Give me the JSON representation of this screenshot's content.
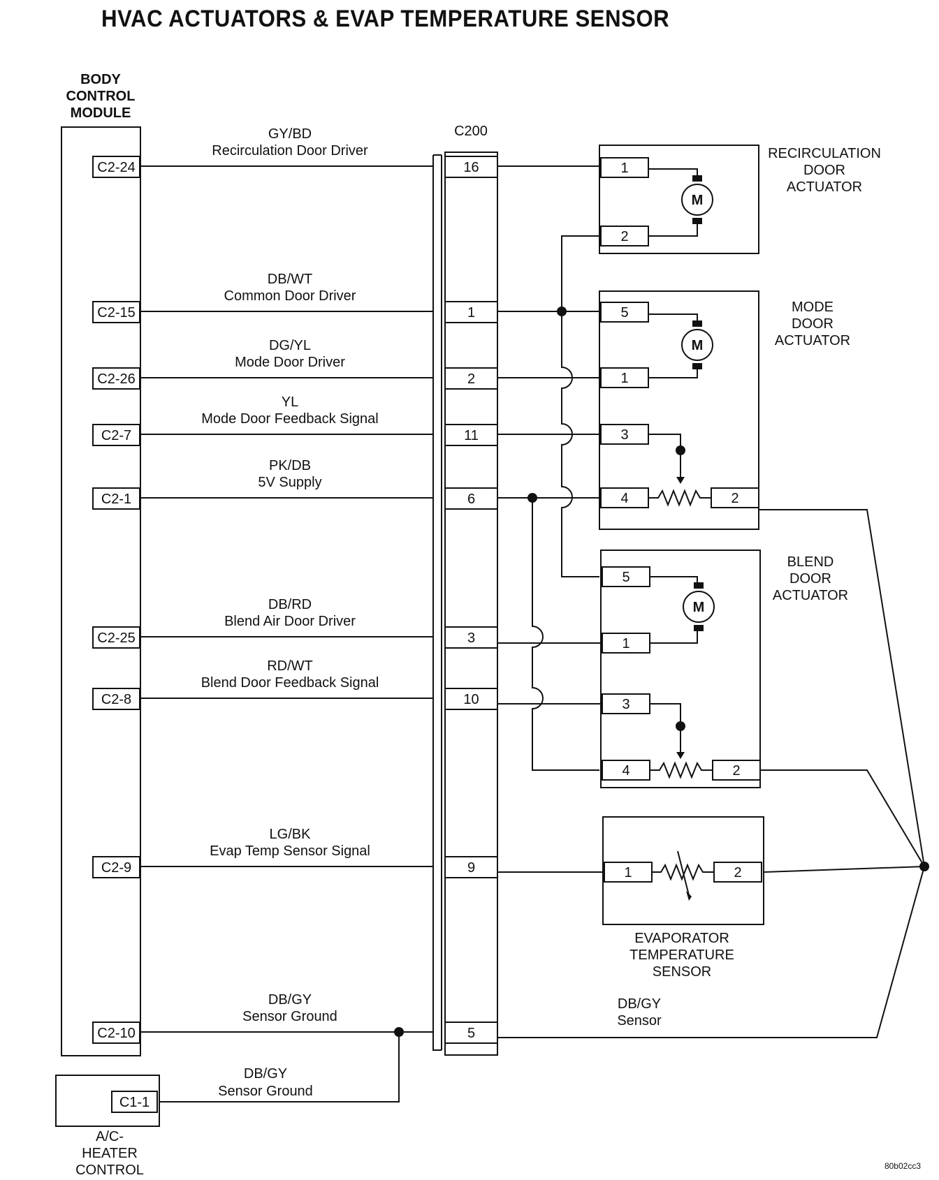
{
  "title": "HVAC ACTUATORS & EVAP TEMPERATURE SENSOR",
  "figure_id": "80b02cc3",
  "bcm": {
    "lines": [
      "BODY",
      "CONTROL",
      "MODULE"
    ]
  },
  "ac_heater": {
    "lines": [
      "A/C-",
      "HEATER",
      "CONTROL"
    ],
    "pin": "C1-1"
  },
  "connector": {
    "name": "C200"
  },
  "circuits": [
    {
      "bcm_pin": "C2-24",
      "wire": "GY/BD",
      "function": "Recirculation Door Driver",
      "c200_pin": "16"
    },
    {
      "bcm_pin": "C2-15",
      "wire": "DB/WT",
      "function": "Common Door Driver",
      "c200_pin": "1"
    },
    {
      "bcm_pin": "C2-26",
      "wire": "DG/YL",
      "function": "Mode Door Driver",
      "c200_pin": "2"
    },
    {
      "bcm_pin": "C2-7",
      "wire": "YL",
      "function": "Mode Door Feedback Signal",
      "c200_pin": "11"
    },
    {
      "bcm_pin": "C2-1",
      "wire": "PK/DB",
      "function": "5V Supply",
      "c200_pin": "6"
    },
    {
      "bcm_pin": "C2-25",
      "wire": "DB/RD",
      "function": "Blend Air Door Driver",
      "c200_pin": "3"
    },
    {
      "bcm_pin": "C2-8",
      "wire": "RD/WT",
      "function": "Blend Door Feedback Signal",
      "c200_pin": "10"
    },
    {
      "bcm_pin": "C2-9",
      "wire": "LG/BK",
      "function": "Evap Temp Sensor Signal",
      "c200_pin": "9"
    },
    {
      "bcm_pin": "C2-10",
      "wire": "DB/GY",
      "function": "Sensor Ground",
      "c200_pin": "5"
    }
  ],
  "ac_wire": {
    "wire": "DB/GY",
    "function": "Sensor Ground"
  },
  "right_wire": {
    "wire": "DB/GY",
    "function": "Sensor"
  },
  "motor_symbol": "M",
  "actuators": {
    "recirc": {
      "lines": [
        "RECIRCULATION",
        "DOOR",
        "ACTUATOR"
      ],
      "pins": [
        "1",
        "2"
      ]
    },
    "mode": {
      "lines": [
        "MODE",
        "DOOR",
        "ACTUATOR"
      ],
      "pins": [
        "5",
        "1",
        "3",
        "4",
        "2"
      ]
    },
    "blend": {
      "lines": [
        "BLEND",
        "DOOR",
        "ACTUATOR"
      ],
      "pins": [
        "5",
        "1",
        "3",
        "4",
        "2"
      ]
    },
    "evap": {
      "lines": [
        "EVAPORATOR",
        "TEMPERATURE",
        "SENSOR"
      ],
      "pins": [
        "1",
        "2"
      ]
    }
  }
}
